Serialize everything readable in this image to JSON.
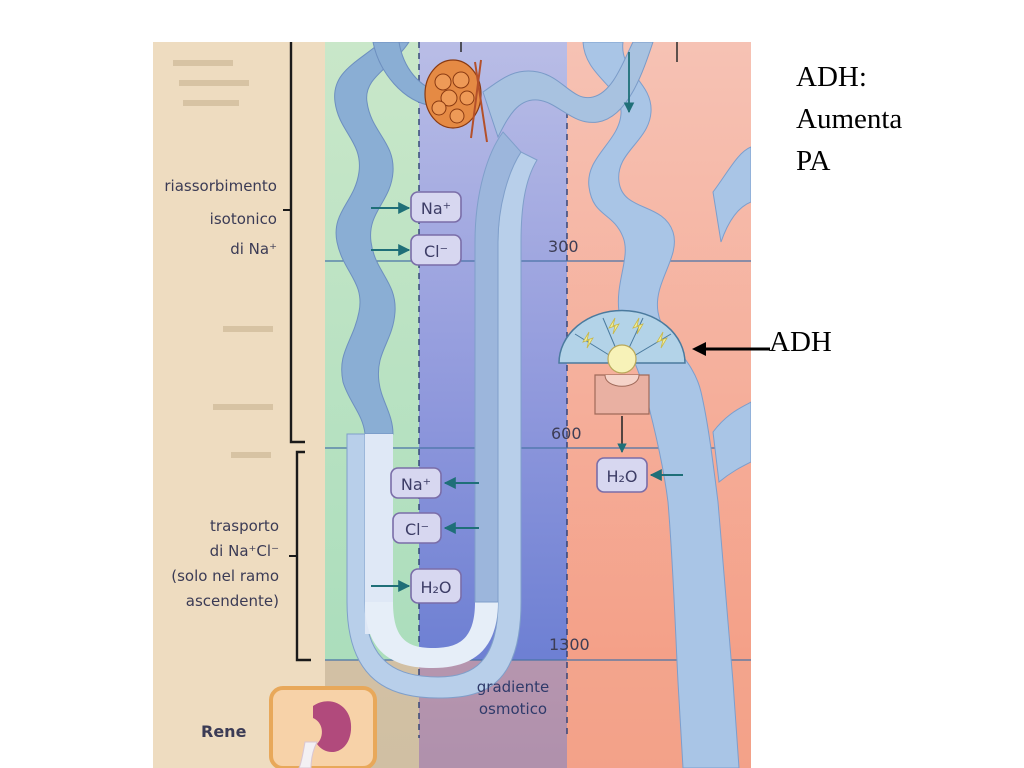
{
  "annotations": {
    "adh_effect_line1": "ADH:",
    "adh_effect_line2": "Aumenta",
    "adh_effect_line3": "PA",
    "adh_pointer_label": "ADH"
  },
  "figure": {
    "left_labels": {
      "isotonic_1": "riassorbimento",
      "isotonic_2": "isotonico",
      "isotonic_3": "di Na⁺",
      "transport_1": "trasporto",
      "transport_2": "di Na⁺Cl⁻",
      "transport_3": "(solo nel ramo",
      "transport_4": "ascendente)",
      "organ": "Rene"
    },
    "ion_boxes": {
      "na_upper": "Na⁺",
      "cl_upper": "Cl⁻",
      "na_lower": "Na⁺",
      "cl_lower": "Cl⁻",
      "h2o_loop": "H₂O",
      "h2o_duct": "H₂O"
    },
    "osmolarity": {
      "v300": "300",
      "v600": "600",
      "v1300": "1300"
    },
    "gradient_1": "gradiente",
    "gradient_2": "osmotico"
  },
  "colors": {
    "cortex_beige": "#ecdcb8",
    "green_zone": "#b6e0bc",
    "blue_zone": "#7e8ed8",
    "salmon_zone": "#f3a68c",
    "tubule_blue": "#a8c2e0",
    "glomerulus_orange": "#e07a30"
  }
}
